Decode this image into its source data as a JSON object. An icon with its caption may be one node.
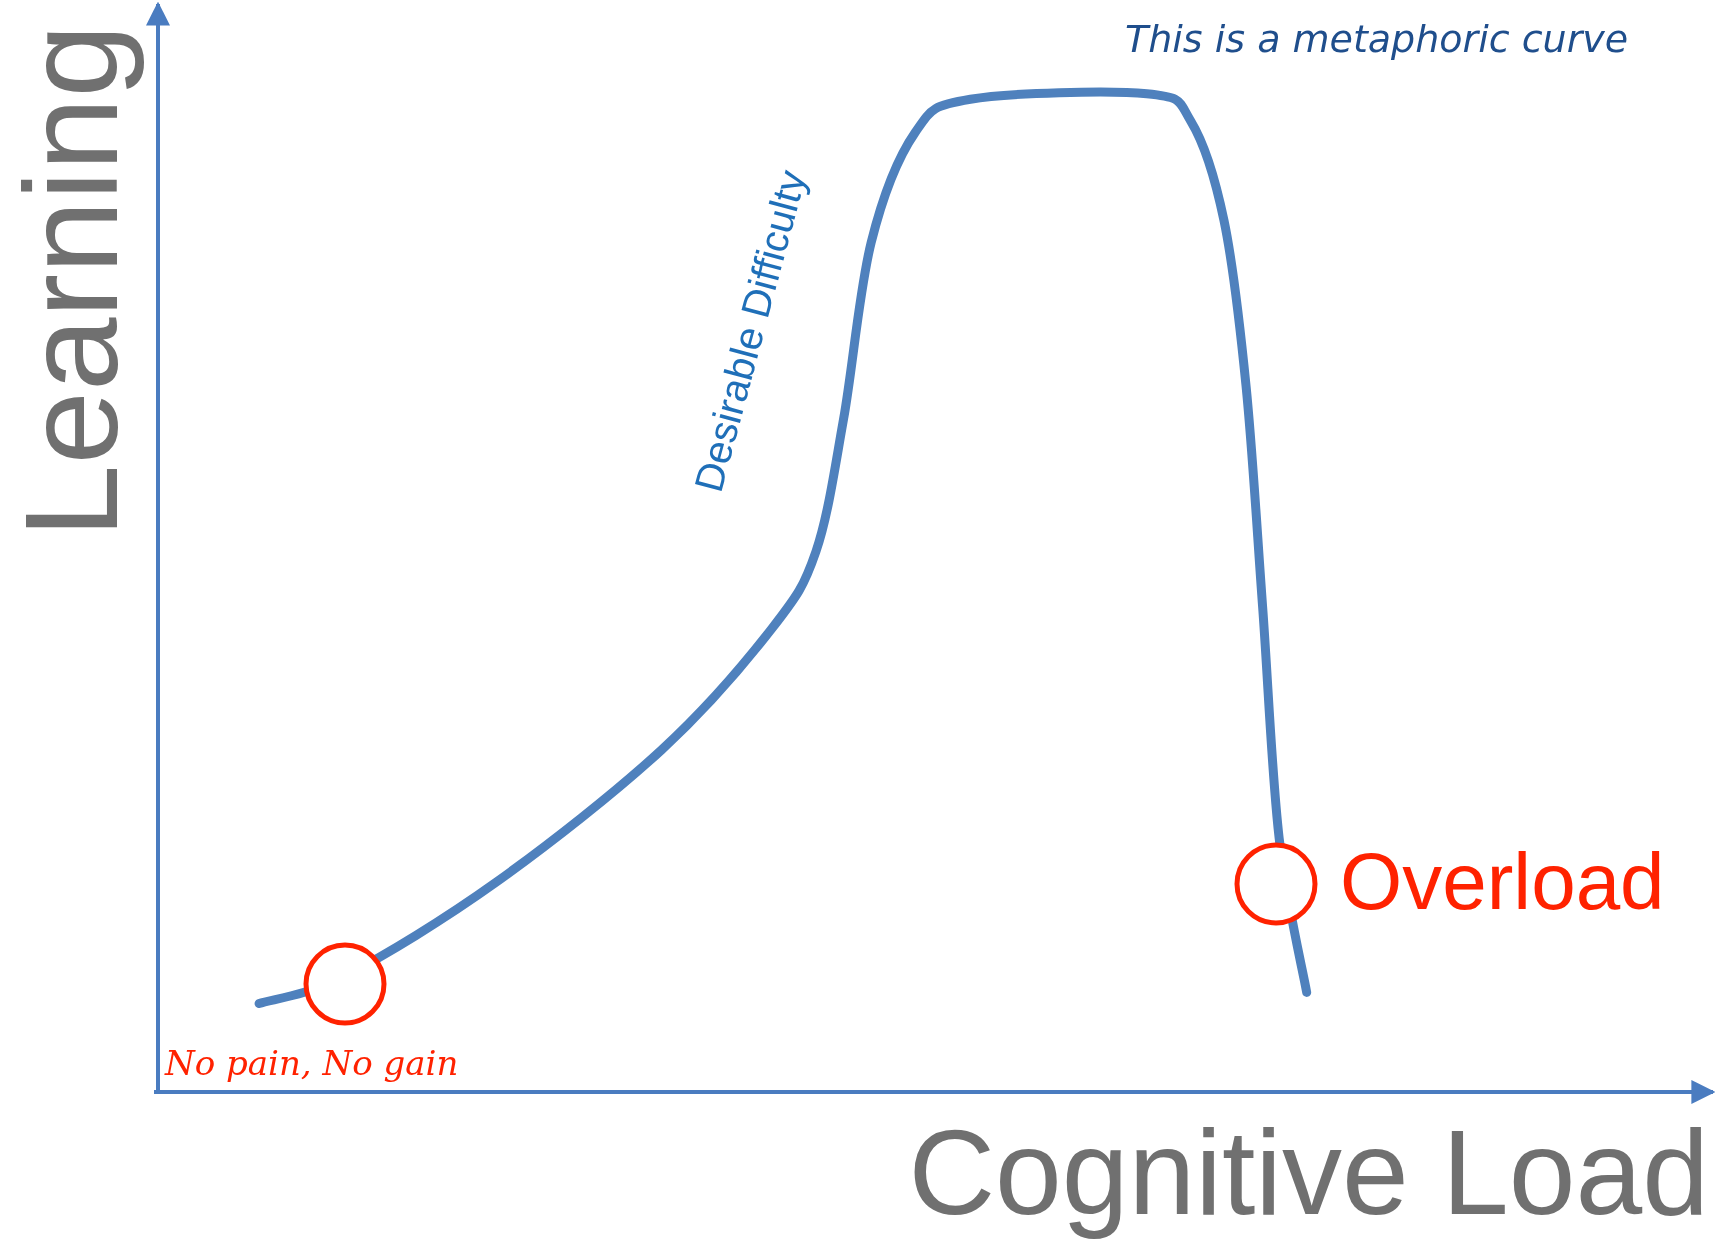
{
  "diagram": {
    "nodes": [
      {
        "text": [],
        "shape": "circle",
        "beside": [
          "No pain, No gain"
        ]
      },
      {
        "text": [],
        "shape": "circle",
        "beside": [
          "Overload"
        ]
      }
    ],
    "labels": [
      "Learning",
      "This is a metaphoric curve",
      "Desirable Difficulty",
      "Cognitive Load"
    ]
  }
}
